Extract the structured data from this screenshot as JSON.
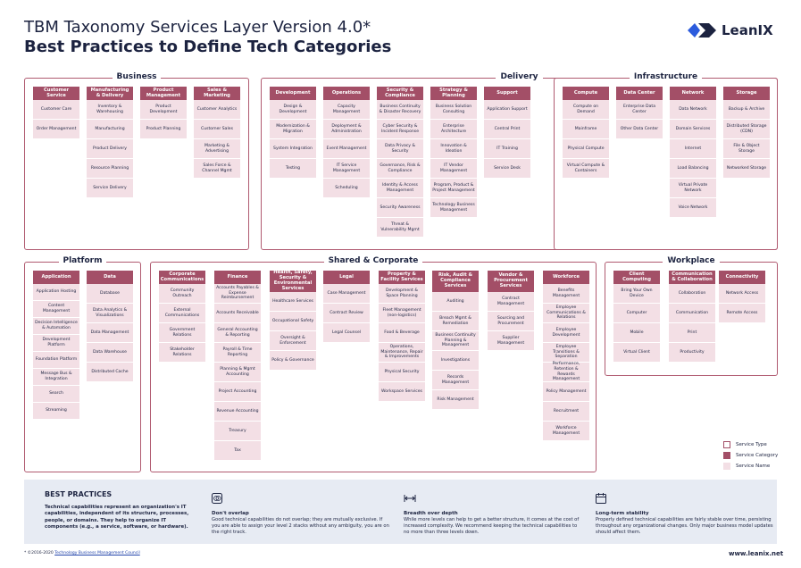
{
  "header": {
    "title": "TBM Taxonomy Services Layer Version 4.0*",
    "subtitle": "Best Practices to Define Tech Categories"
  },
  "logo": {
    "text": "LeanIX",
    "color": "#2b5bdd"
  },
  "colors": {
    "category": "#a34f67",
    "service": "#f3dfe5",
    "border": "#b05a70"
  },
  "sections": [
    {
      "title": "Business",
      "columns": [
        {
          "category": "Customer Service",
          "services": [
            "Customer Care",
            "Order Management"
          ]
        },
        {
          "category": "Manufacturing & Delivery",
          "services": [
            "Inventory & Warehousing",
            "Manufacturing",
            "Product Delivery",
            "Resource Planning",
            "Service Delivery"
          ]
        },
        {
          "category": "Product Management",
          "services": [
            "Product Development",
            "Product Planning"
          ]
        },
        {
          "category": "Sales & Marketing",
          "services": [
            "Customer Analytics",
            "Customer Sales",
            "Marketing & Advertising",
            "Sales Force & Channel Mgmt"
          ]
        }
      ]
    },
    {
      "title": "Delivery",
      "columns": [
        {
          "category": "Development",
          "services": [
            "Design & Development",
            "Modernization & Migration",
            "System Integration",
            "Testing"
          ]
        },
        {
          "category": "Operations",
          "services": [
            "Capacity Management",
            "Deployment & Administration",
            "Event Management",
            "IT Service Management",
            "Scheduling"
          ]
        },
        {
          "category": "Security & Compliance",
          "services": [
            "Business Continuity & Disaster Recovery",
            "Cyber Security & Incident Response",
            "Data Privacy & Security",
            "Governance, Risk & Compliance",
            "Identity & Access Management",
            "Security Awareness",
            "Threat & Vulnerability Mgmt"
          ]
        },
        {
          "category": "Strategy & Planning",
          "services": [
            "Business Solution Consulting",
            "Enterprise Architecture",
            "Innovation & Ideation",
            "IT Vendor Management",
            "Program, Product & Project Management",
            "Technology Business Management"
          ]
        },
        {
          "category": "Support",
          "services": [
            "Application Support",
            "Central Print",
            "IT Training",
            "Service Desk"
          ]
        }
      ]
    },
    {
      "title": "Infrastructure",
      "columns": [
        {
          "category": "Compute",
          "services": [
            "Compute on Demand",
            "Mainframe",
            "Physical Compute",
            "Virtual Compute & Containers"
          ]
        },
        {
          "category": "Data Center",
          "services": [
            "Enterprise Data Center",
            "Other Data Center"
          ]
        },
        {
          "category": "Network",
          "services": [
            "Data Network",
            "Domain Services",
            "Internet",
            "Load Balancing",
            "Virtual Private Network",
            "Voice Network"
          ]
        },
        {
          "category": "Storage",
          "services": [
            "Backup & Archive",
            "Distributed Storage (CDN)",
            "File & Object Storage",
            "Networked Storage"
          ]
        }
      ]
    },
    {
      "title": "Platform",
      "columns": [
        {
          "category": "Application",
          "services": [
            "Application Hosting",
            "Content Management",
            "Decision Intelligence & Automation",
            "Development Platform",
            "Foundation Platform",
            "Message Bus & Integration",
            "Search",
            "Streaming"
          ]
        },
        {
          "category": "Data",
          "services": [
            "Database",
            "Data Analytics & Visualizations",
            "Data Management",
            "Data Warehouse",
            "Distributed Cache"
          ]
        }
      ]
    },
    {
      "title": "Shared & Corporate",
      "columns": [
        {
          "category": "Corporate Communications",
          "services": [
            "Community Outreach",
            "External Communications",
            "Government Relations",
            "Stakeholder Relations"
          ]
        },
        {
          "category": "Finance",
          "services": [
            "Accounts Payables & Expense Reimbursement",
            "Accounts Receivable",
            "General Accounting & Reporting",
            "Payroll & Time Reporting",
            "Planning & Mgmt Accounting",
            "Project Accounting",
            "Revenue Accounting",
            "Treasury",
            "Tax"
          ]
        },
        {
          "category": "Health, Safety, Security & Environmental Services",
          "services": [
            "Healthcare Services",
            "Occupational Safety",
            "Oversight & Enforcement",
            "Policy & Governance"
          ]
        },
        {
          "category": "Legal",
          "services": [
            "Case Management",
            "Contract Review",
            "Legal Counsel"
          ]
        },
        {
          "category": "Property & Facility Services",
          "services": [
            "Development & Space Planning",
            "Fleet Management (non-logistics)",
            "Food & Beverage",
            "Operations, Maintenance, Repair & Improvements",
            "Physical Security",
            "Workspace Services"
          ]
        },
        {
          "category": "Risk, Audit & Compliance Services",
          "services": [
            "Auditing",
            "Breach Mgmt & Remediation",
            "Business Continuity Planning & Management",
            "Investigations",
            "Records Management",
            "Risk Management"
          ]
        },
        {
          "category": "Vendor & Procurement Services",
          "services": [
            "Contract Management",
            "Sourcing and Procurement",
            "Supplier Management"
          ]
        },
        {
          "category": "Workforce",
          "services": [
            "Benefits Management",
            "Employee Communications & Relations",
            "Employee Development",
            "Employee Transitions & Separation",
            "Performance, Retention & Rewards Management",
            "Policy Management",
            "Recruitment",
            "Workforce Management"
          ]
        }
      ]
    },
    {
      "title": "Workplace",
      "columns": [
        {
          "category": "Client Computing",
          "services": [
            "Bring Your Own Device",
            "Computer",
            "Mobile",
            "Virtual Client"
          ]
        },
        {
          "category": "Communication & Collaboration",
          "services": [
            "Collaboration",
            "Communication",
            "Print",
            "Productivity"
          ]
        },
        {
          "category": "Connectivity",
          "services": [
            "Network Access",
            "Remote Access"
          ]
        }
      ]
    }
  ],
  "legend": {
    "items": [
      "Service Type",
      "Service Category",
      "Service Name"
    ]
  },
  "best_practices": {
    "title": "BEST PRACTICES",
    "intro": "Technical capabilities represent an organization's IT capabilities, independent of its structure, processes, people, or domains. They help to organize IT components (e.g., a service, software, or hardware).",
    "items": [
      {
        "icon": "overlap-icon",
        "heading": "Don't overlap",
        "text": "Good technical capabilities do not overlap; they are mutually exclusive. If you are able to assign your level 2 stacks without any ambiguity, you are on the right track."
      },
      {
        "icon": "breadth-icon",
        "heading": "Breadth over depth",
        "text": "While more levels can help to get a better structure, it comes at the cost of increased complexity. We recommend keeping the technical capabilities to no more than three levels down."
      },
      {
        "icon": "calendar-icon",
        "heading": "Long-term stability",
        "text": "Properly defined technical capabilities are fairly stable over time, persisting throughout any organizational changes. Only major business model updates should affect them."
      }
    ]
  },
  "footer": {
    "copyright": "* ©2016-2020",
    "link": "Technology Business Management Council",
    "url_text": "www.leanix.net"
  }
}
